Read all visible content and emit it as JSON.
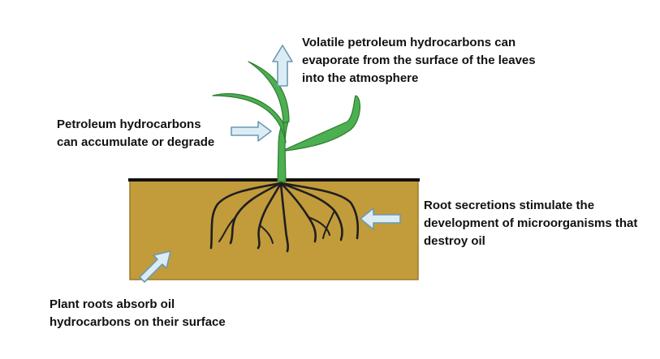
{
  "labels": {
    "volatile": "Volatile petroleum hydrocarbons can\nevaporate from the surface of the leaves\ninto the atmosphere",
    "accumulate": "Petroleum hydrocarbons\ncan accumulate or degrade",
    "root_secretions": "Root secretions stimulate the\ndevelopment of microorganisms that\ndestroy oil",
    "roots_absorb": "Plant roots absorb oil\nhydrocarbons on their surface"
  },
  "colors": {
    "soil": "#c29b3b",
    "soil_edge": "#9c7a2a",
    "surface_line": "#111111",
    "plant": "#4caf50",
    "plant_edge": "#2e7d32",
    "roots": "#1f1f1f",
    "arrow_fill": "#dcecf5",
    "arrow_stroke": "#6a9ab3"
  }
}
